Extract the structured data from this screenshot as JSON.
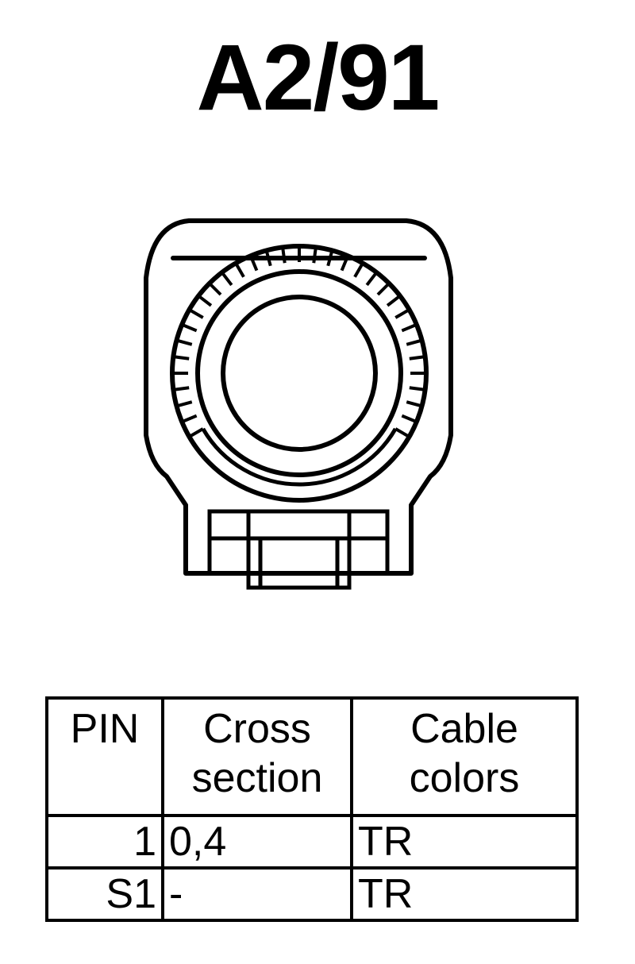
{
  "title": "A2/91",
  "table": {
    "headers": {
      "pin": "PIN",
      "cross": [
        "Cross",
        "section"
      ],
      "cable": [
        "Cable",
        "colors"
      ]
    },
    "rows": [
      {
        "pin": "1",
        "cross": "0,4",
        "cable": "TR"
      },
      {
        "pin": "S1",
        "cross": "-",
        "cable": "TR"
      }
    ]
  }
}
